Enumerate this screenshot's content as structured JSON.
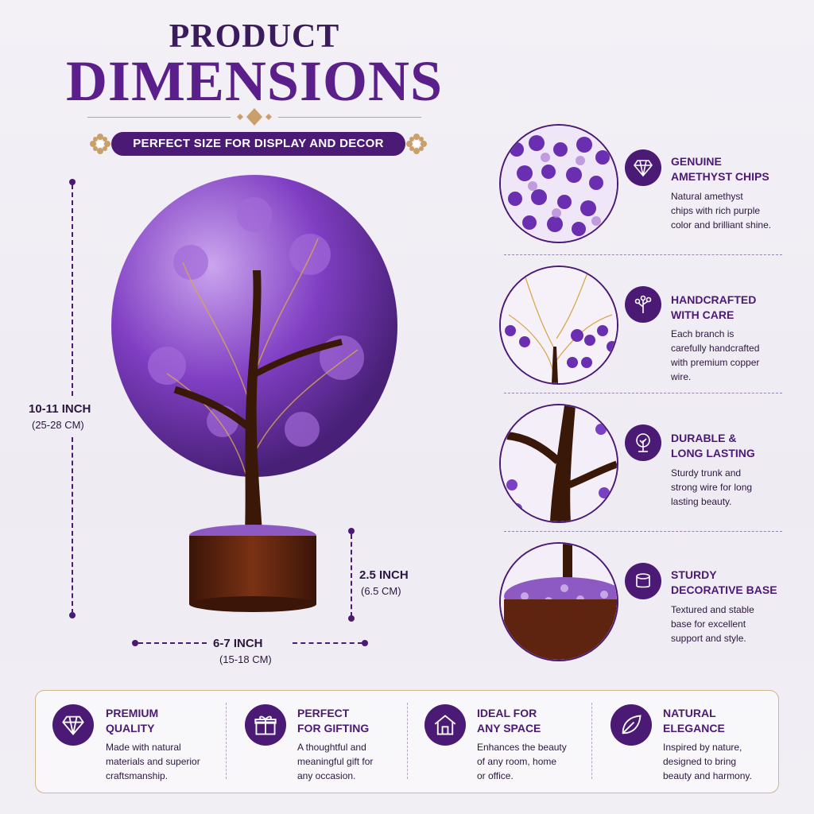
{
  "header": {
    "title_top": "PRODUCT",
    "title_main": "DIMENSIONS",
    "subtitle": "PERFECT SIZE FOR DISPLAY AND DECOR"
  },
  "dimensions": {
    "height": {
      "main": "10-11 INCH",
      "sub": "(25-28 CM)"
    },
    "base_height": {
      "main": "2.5 INCH",
      "sub": "(6.5 CM)"
    },
    "width": {
      "main": "6-7 INCH",
      "sub": "(15-18 CM)"
    }
  },
  "features": [
    {
      "icon": "diamond-icon",
      "title1": "GENUINE",
      "title2": "AMETHYST CHIPS",
      "desc": [
        "Natural amethyst",
        "chips with rich purple",
        "color and brilliant shine."
      ]
    },
    {
      "icon": "branch-icon",
      "title1": "HANDCRAFTED",
      "title2": "WITH CARE",
      "desc": [
        "Each branch is",
        "carefully handcrafted",
        "with premium copper",
        "wire."
      ]
    },
    {
      "icon": "tree-icon",
      "title1": "DURABLE &",
      "title2": "LONG LASTING",
      "desc": [
        "Sturdy trunk and",
        "strong wire for long",
        "lasting beauty."
      ]
    },
    {
      "icon": "cylinder-icon",
      "title1": "STURDY",
      "title2": "DECORATIVE BASE",
      "desc": [
        "Textured and stable",
        "base for excellent",
        "support and style."
      ]
    }
  ],
  "benefits": [
    {
      "icon": "diamond-icon",
      "title1": "PREMIUM",
      "title2": "QUALITY",
      "desc": [
        "Made with natural",
        "materials and superior",
        "craftsmanship."
      ]
    },
    {
      "icon": "gift-icon",
      "title1": "PERFECT",
      "title2": "FOR GIFTING",
      "desc": [
        "A thoughtful and",
        "meaningful gift for",
        "any occasion."
      ]
    },
    {
      "icon": "home-icon",
      "title1": "IDEAL FOR",
      "title2": "ANY SPACE",
      "desc": [
        "Enhances the beauty",
        "of any room, home",
        "or office."
      ]
    },
    {
      "icon": "leaf-icon",
      "title1": "NATURAL",
      "title2": "ELEGANCE",
      "desc": [
        "Inspired by nature,",
        "designed to bring",
        "beauty and harmony."
      ]
    }
  ],
  "colors": {
    "primary": "#4b1a74",
    "accent": "#5a1f8a",
    "gold": "#c9a06a",
    "amethyst": "#7b3fc4"
  }
}
